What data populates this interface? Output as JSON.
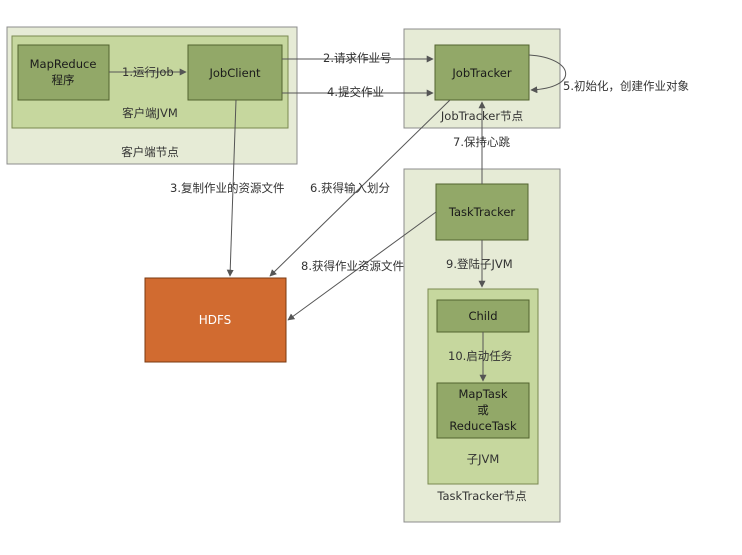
{
  "colors": {
    "node_fill": "#e6ebd6",
    "node_stroke": "#8c8c8c",
    "inner_fill": "#c6d79e",
    "inner_stroke": "#7a8a50",
    "box_fill": "#92a868",
    "box_stroke": "#53632f",
    "hdfs_fill": "#d16b30",
    "hdfs_stroke": "#7a3a10",
    "arrow": "#555555"
  },
  "containers": {
    "client_node": "客户端节点",
    "client_jvm": "客户端JVM",
    "jobtracker_node": "JobTracker节点",
    "tasktracker_node": "TaskTracker节点",
    "child_jvm": "子JVM"
  },
  "boxes": {
    "mapreduce_line1": "MapReduce",
    "mapreduce_line2": "程序",
    "jobclient": "JobClient",
    "jobtracker": "JobTracker",
    "tasktracker": "TaskTracker",
    "hdfs": "HDFS",
    "child": "Child",
    "maptask_line1": "MapTask",
    "maptask_line2": "或",
    "maptask_line3": "ReduceTask"
  },
  "steps": {
    "s1": "1.运行Job",
    "s2": "2.请求作业号",
    "s3": "3.复制作业的资源文件",
    "s4": "4.提交作业",
    "s5": "5.初始化，创建作业对象",
    "s6": "6.获得输入划分",
    "s7": "7.保持心跳",
    "s8": "8.获得作业资源文件",
    "s9": "9.登陆子JVM",
    "s10": "10.启动任务"
  }
}
